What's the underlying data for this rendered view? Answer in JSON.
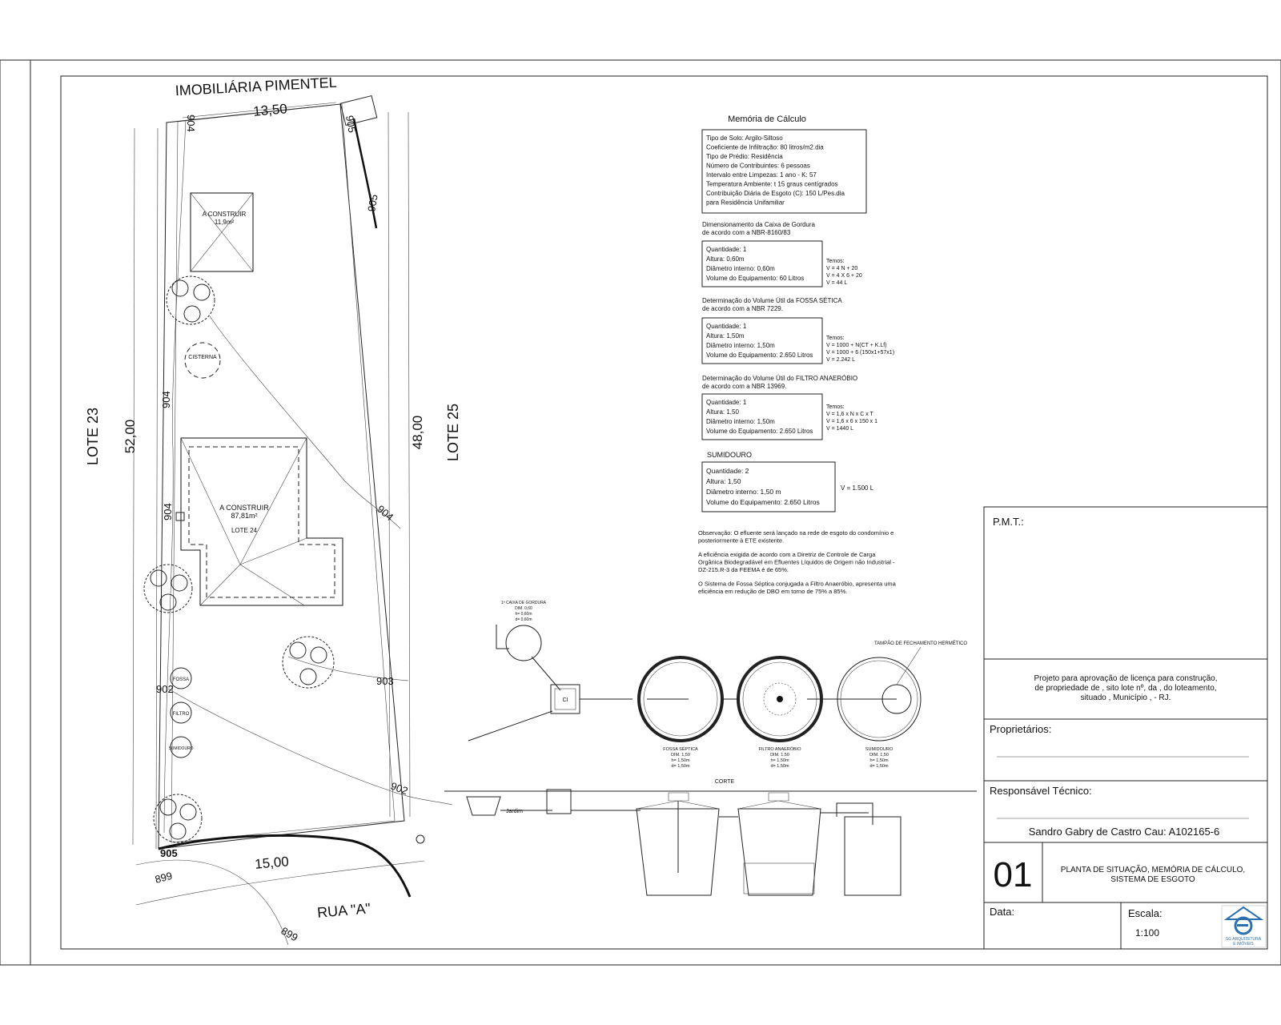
{
  "site_plan": {
    "top_neighbor": "IMOBILIÁRIA PIMENTEL",
    "left_neighbor": "LOTE 23",
    "right_neighbor": "LOTE 25",
    "street": "RUA \"A\"",
    "dim_front_top": "13,50",
    "dim_front_bottom": "15,00",
    "dim_left": "52,00",
    "dim_right": "48,00",
    "annex_label": "A CONSTRUIR",
    "annex_area": "11,9m²",
    "house_label": "A CONSTRUIR",
    "house_area": "87,81m²",
    "house_lot": "LOTE 24",
    "cistern_label": "CISTERNA",
    "tank_fossa": "FOSSA",
    "tank_filtro": "FILTRO",
    "tank_sumidouro": "SUMIDOURO",
    "contours": [
      "905",
      "905",
      "904",
      "904",
      "904",
      "904",
      "903",
      "902",
      "902",
      "899",
      "899",
      "905"
    ]
  },
  "memoria": {
    "title": "Memória de Cálculo",
    "general": [
      "Tipo de Solo: Argilo-Siltoso",
      "Coeficiente de Infiltração: 80 litros/m2.dia",
      "Tipo de Prédio: Residência",
      "Número de Contribuintes: 6 pessoas",
      "Intervalo entre Limpezas: 1 ano - K: 57",
      "Temperatura Ambiente: t 15 graus centígrados",
      "Contribuição Diária de Esgoto (C): 150 L/Pes.dia",
      "para Residência Unifamiliar"
    ],
    "caixa_title": [
      "Dimensionamento da Caixa de Gordura",
      "de acordo com a NBR-8160/83"
    ],
    "caixa": [
      "Quantidade: 1",
      "Altura: 0,60m",
      "Diâmetro interno: 0,60m",
      "Volume do Equipamento: 60 Litros"
    ],
    "caixa_calc": [
      "Temos:",
      "V = 4 N + 20",
      "V = 4 X 6 + 20",
      "V = 44 L"
    ],
    "fossa_title": [
      "Determinação do Volume Útil da FOSSA SÉTICA",
      "de acordo com a NBR 7229."
    ],
    "fossa": [
      "Quantidade: 1",
      "Altura: 1,50m",
      "Diâmetro interno: 1,50m",
      "Volume do Equipamento: 2.650 Litros"
    ],
    "fossa_calc": [
      "Temos:",
      "V = 1000 + N(CT + K.Lf)",
      "V = 1000 + 6 (150x1+57x1)",
      "V = 2.242 L"
    ],
    "filtro_title": [
      "Determinação do Volume Útil do FILTRO ANAERÓBIO",
      "de acordo com a NBR 13969."
    ],
    "filtro": [
      "Quantidade: 1",
      "Altura: 1,50",
      "Diâmetro interno: 1,50m",
      "Volume do Equipamento: 2.650 Litros"
    ],
    "filtro_calc": [
      "Temos:",
      "V = 1,6 x N x C x T",
      "V = 1,6 x 6 x 150 x 1",
      "V = 1440 L"
    ],
    "sumidouro_title": "SUMIDOURO",
    "sumidouro": [
      "Quantidade: 2",
      "Altura: 1,50",
      "Diâmetro interno: 1,50 m",
      "Volume do Equipamento: 2.650 Litros"
    ],
    "sumidouro_calc": "V = 1.500 L",
    "notes": [
      "Observação: O efluente será lançado na rede de esgoto do condomínio e posteriormente à ETE existente.",
      "A eficiência exigida de acordo com a Diretriz de Controle de Carga Orgânica Biodegradável em Efluentes Líquidos de Origem não Industrial - DZ-215.R-3 da FEEMA é de 65%.",
      "O Sistema de Fossa Séptica conjugada a Filtro Anaeróbio, apresenta uma eficiência em redução de DBO em torno de 75% a 85%."
    ]
  },
  "detail": {
    "caixa_label": [
      "1ª CAIXA DE GORDURA",
      "DIM. 0,60",
      "h= 0,60m",
      "d= 0,60m"
    ],
    "tampao": "TAMPÃO DE FECHAMENTO HERMÉTICO",
    "fossa_label": [
      "FOSSA SÉPTICA",
      "DIM. 1,50",
      "h= 1,50m",
      "d= 1,50m"
    ],
    "filtro_label": [
      "FILTRO ANAERÓBIO",
      "DIM. 1,50",
      "h= 1,50m",
      "d= 1,50m"
    ],
    "sumidouro_label": [
      "SUMIDOURO",
      "DIM. 1,50",
      "h= 1,50m",
      "d= 1,50m"
    ],
    "section_mark": "CORTE",
    "ci_label": "CI",
    "jardim": "Jardim"
  },
  "title_block": {
    "pmt": "P.M.T.:",
    "project": [
      "Projeto para aprovação de licença para construção,",
      "de propriedade de , sito lote nº, da , do loteamento,",
      "situado , Município , - RJ."
    ],
    "owners_label": "Proprietários:",
    "tech_label": "Responsável Técnico:",
    "tech_name": "Sandro Gabry de Castro Cau: A102165-6",
    "sheet_number": "01",
    "sheet_title": [
      "PLANTA DE SITUAÇÃO, MEMÓRIA DE CÁLCULO,",
      "SISTEMA DE ESGOTO"
    ],
    "date_label": "Data:",
    "scale_label": "Escala:",
    "scale_value": "1:100",
    "logo_text": [
      "SG ARQUITETURA",
      "E IMÓVEIS"
    ]
  },
  "colors": {
    "ink": "#111111",
    "logo": "#2a6fb0"
  }
}
